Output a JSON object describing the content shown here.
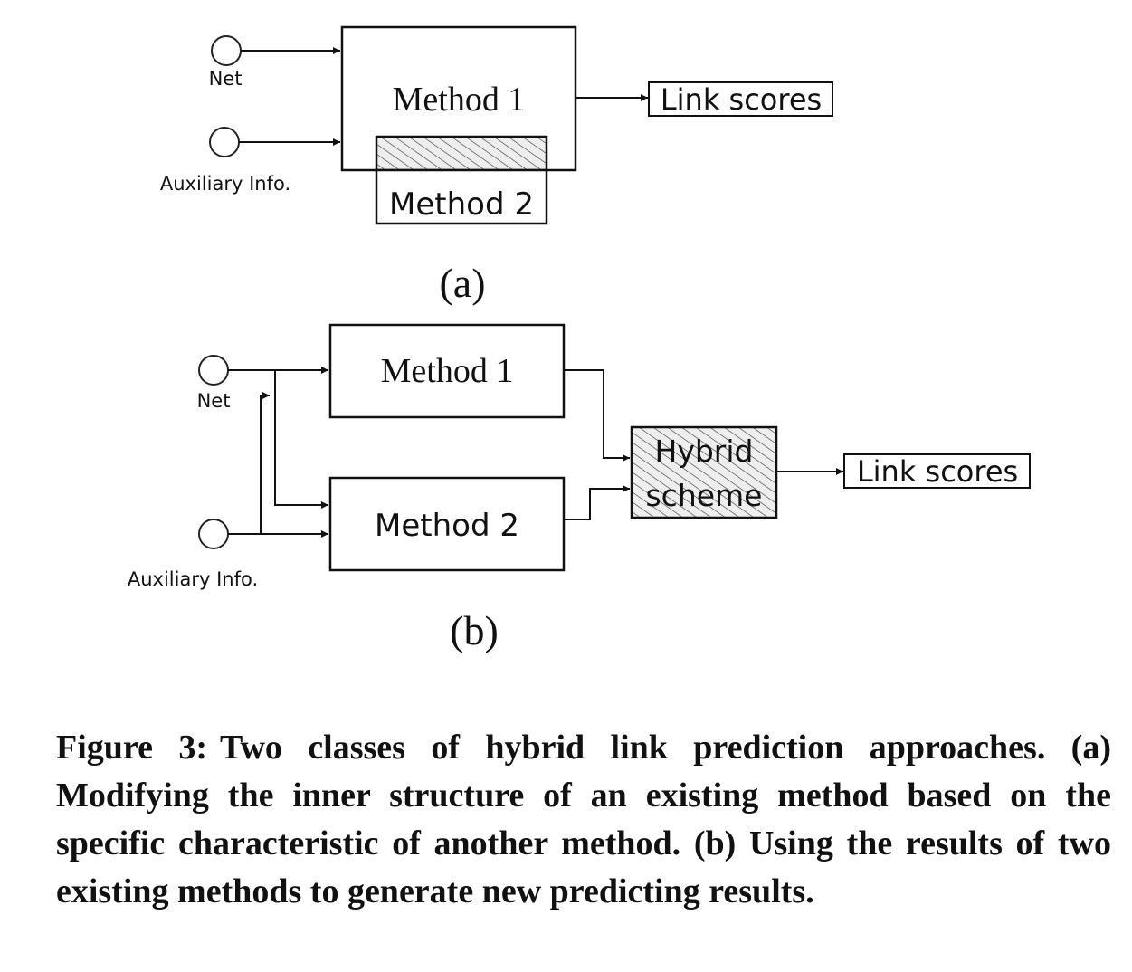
{
  "panel_a": {
    "input_net": "Net",
    "input_aux": "Auxiliary Info.",
    "method1": "Method 1",
    "method2": "Method 2",
    "output": "Link scores",
    "label": "(a)"
  },
  "panel_b": {
    "input_net": "Net",
    "input_aux": "Auxiliary Info.",
    "method1": "Method 1",
    "method2": "Method 2",
    "hybrid_line1": "Hybrid",
    "hybrid_line2": "scheme",
    "output": "Link scores",
    "label": "(b)"
  },
  "caption": {
    "label": "Figure 3:",
    "text": "Two classes of hybrid link prediction approaches. (a) Modifying the inner structure of an existing method based on the specific characteristic of another method. (b) Using the results of two existing methods to generate new predicting results."
  }
}
